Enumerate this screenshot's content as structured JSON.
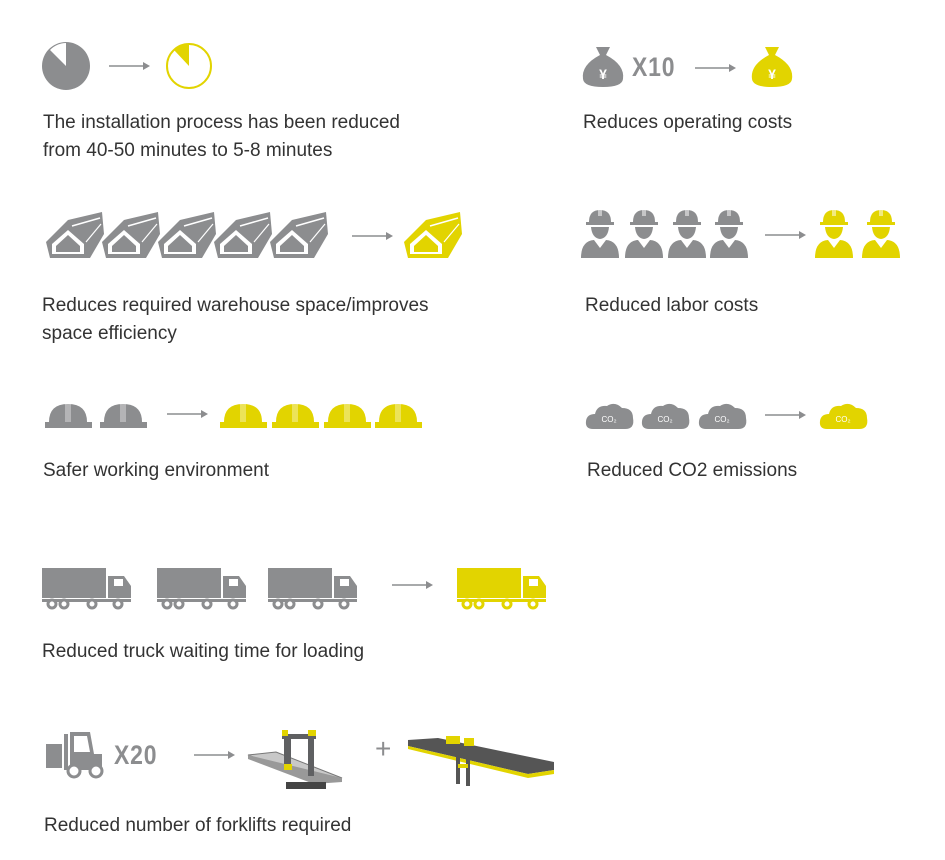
{
  "colors": {
    "gray": "#8c8d8f",
    "yellow": "#e2d400",
    "text": "#333333"
  },
  "benefits": [
    {
      "caption": [
        "The installation process has been reduced",
        "from 40-50 minutes to 5-8 minutes"
      ],
      "icon": "clock-pie-icon"
    },
    {
      "caption": [
        "Reduces operating costs"
      ],
      "multiplier": "X10",
      "icon": "money-bag-icon",
      "symbol": "¥"
    },
    {
      "caption": [
        "Reduces required warehouse space/improves",
        "space efficiency"
      ],
      "icon": "warehouse-icon"
    },
    {
      "caption": [
        "Reduced labor costs"
      ],
      "icon": "worker-icon"
    },
    {
      "caption": [
        "Safer working environment"
      ],
      "icon": "hard-hat-icon"
    },
    {
      "caption": [
        "Reduced CO2 emissions"
      ],
      "icon": "co2-cloud-icon",
      "symbol": "CO₂"
    },
    {
      "caption": [
        "Reduced truck waiting time for loading"
      ],
      "icon": "truck-icon"
    },
    {
      "caption": [
        "Reduced number of forklifts required"
      ],
      "multiplier": "X20",
      "plus": "+",
      "icon": "forklift-icon"
    }
  ]
}
